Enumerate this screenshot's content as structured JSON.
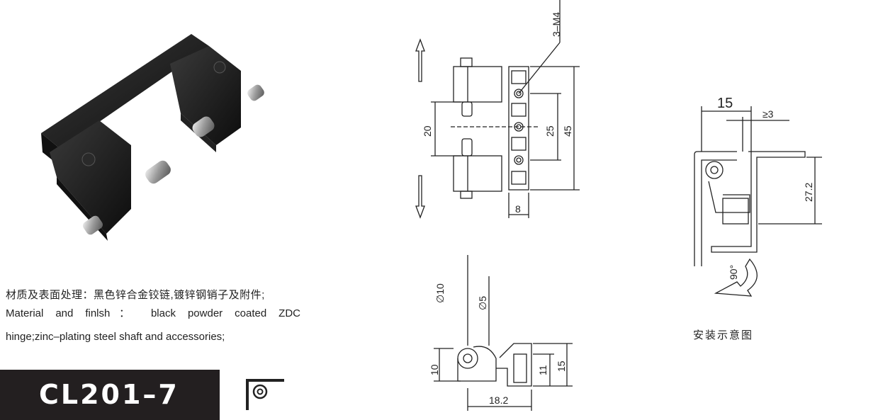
{
  "description": {
    "cn": "材质及表面处理：黑色锌合金铰链,镀锌钢销子及附件;",
    "en_line1": "Material and finlsh： black powder coated ZDC",
    "en_line2": "hinge;zinc–plating steel shaft and accessories;"
  },
  "model": "CL201–7",
  "front_view": {
    "hole_label": "3–M4",
    "dim_20": "20",
    "dim_25": "25",
    "dim_45": "45",
    "dim_8": "8"
  },
  "side_view": {
    "dim_d10": "∅10",
    "dim_d5": "∅5",
    "dim_10": "10",
    "dim_11": "11",
    "dim_15": "15",
    "dim_182": "18.2"
  },
  "install_view": {
    "dim_15": "15",
    "dim_ge3": "≥3",
    "dim_272": "27.2",
    "angle": "90°",
    "caption": "安装示意图"
  },
  "icons": [
    "hinge-product-photo",
    "surface-mount-icon",
    "arrow-up-icon",
    "arrow-down-icon",
    "rotation-arrow-icon"
  ]
}
